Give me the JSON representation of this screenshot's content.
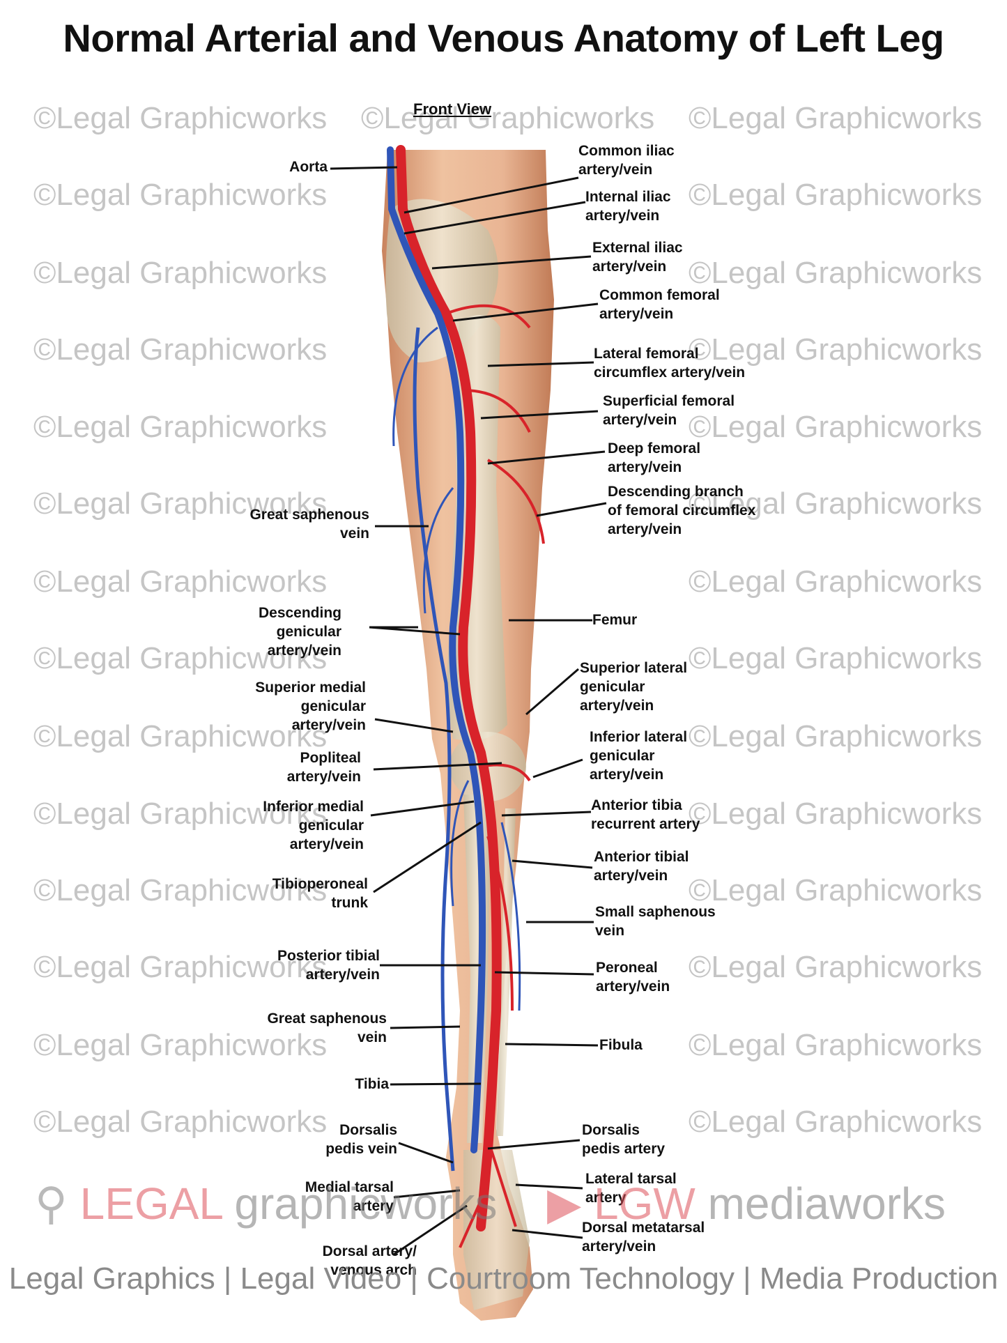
{
  "title": "Normal Arterial and Venous Anatomy of Left Leg",
  "subtitle": "Front View",
  "watermark": "©Legal Graphicworks",
  "brand": {
    "left_a": "LEGAL",
    "left_b": "graphicworks",
    "right_a": "LGW",
    "right_b": "mediaworks",
    "tagline": "Legal Graphics | Legal Video | Courtroom Technology | Media Production"
  },
  "labels": {
    "aorta": "Aorta",
    "common_iliac_1": "Common iliac",
    "common_iliac_2": "artery/vein",
    "internal_iliac_1": "Internal iliac",
    "internal_iliac_2": "artery/vein",
    "external_iliac_1": "External iliac",
    "external_iliac_2": "artery/vein",
    "common_femoral_1": "Common femoral",
    "common_femoral_2": "artery/vein",
    "lat_fem_circ_1": "Lateral femoral",
    "lat_fem_circ_2": "circumflex artery/vein",
    "sup_femoral_1": "Superficial femoral",
    "sup_femoral_2": "artery/vein",
    "deep_femoral_1": "Deep femoral",
    "deep_femoral_2": "artery/vein",
    "desc_branch_1": "Descending branch",
    "desc_branch_2": "of femoral circumflex",
    "desc_branch_3": "artery/vein",
    "great_saph_upper_1": "Great saphenous",
    "great_saph_upper_2": "vein",
    "femur": "Femur",
    "desc_genic_1": "Descending",
    "desc_genic_2": "genicular",
    "desc_genic_3": "artery/vein",
    "sup_lat_genic_1": "Superior lateral",
    "sup_lat_genic_2": "genicular",
    "sup_lat_genic_3": "artery/vein",
    "sup_med_genic_1": "Superior medial",
    "sup_med_genic_2": "genicular",
    "sup_med_genic_3": "artery/vein",
    "inf_lat_genic_1": "Inferior lateral",
    "inf_lat_genic_2": "genicular",
    "inf_lat_genic_3": "artery/vein",
    "popliteal_1": "Popliteal",
    "popliteal_2": "artery/vein",
    "inf_med_genic_1": "Inferior medial",
    "inf_med_genic_2": "genicular",
    "inf_med_genic_3": "artery/vein",
    "ant_tib_rec_1": "Anterior tibia",
    "ant_tib_rec_2": "recurrent artery",
    "ant_tibial_1": "Anterior tibial",
    "ant_tibial_2": "artery/vein",
    "tibioperoneal_1": "Tibioperoneal",
    "tibioperoneal_2": "trunk",
    "small_saph_1": "Small saphenous",
    "small_saph_2": "vein",
    "post_tibial_1": "Posterior tibial",
    "post_tibial_2": "artery/vein",
    "peroneal_1": "Peroneal",
    "peroneal_2": "artery/vein",
    "great_saph_lower_1": "Great saphenous",
    "great_saph_lower_2": "vein",
    "fibula": "Fibula",
    "tibia": "Tibia",
    "dors_pedis_vein_1": "Dorsalis",
    "dors_pedis_vein_2": "pedis vein",
    "dors_pedis_art_1": "Dorsalis",
    "dors_pedis_art_2": "pedis artery",
    "lat_tarsal_1": "Lateral tarsal",
    "lat_tarsal_2": "artery",
    "med_tarsal_1": "Medial tarsal",
    "med_tarsal_2": "artery",
    "dors_metatarsal_1": "Dorsal metatarsal",
    "dors_metatarsal_2": "artery/vein",
    "dors_arch_1": "Dorsal artery/",
    "dors_arch_2": "venous arch"
  },
  "colors": {
    "artery": "#d8232a",
    "vein": "#2f55b8",
    "skin": "#e9b896",
    "bone": "#e6dcc6"
  }
}
